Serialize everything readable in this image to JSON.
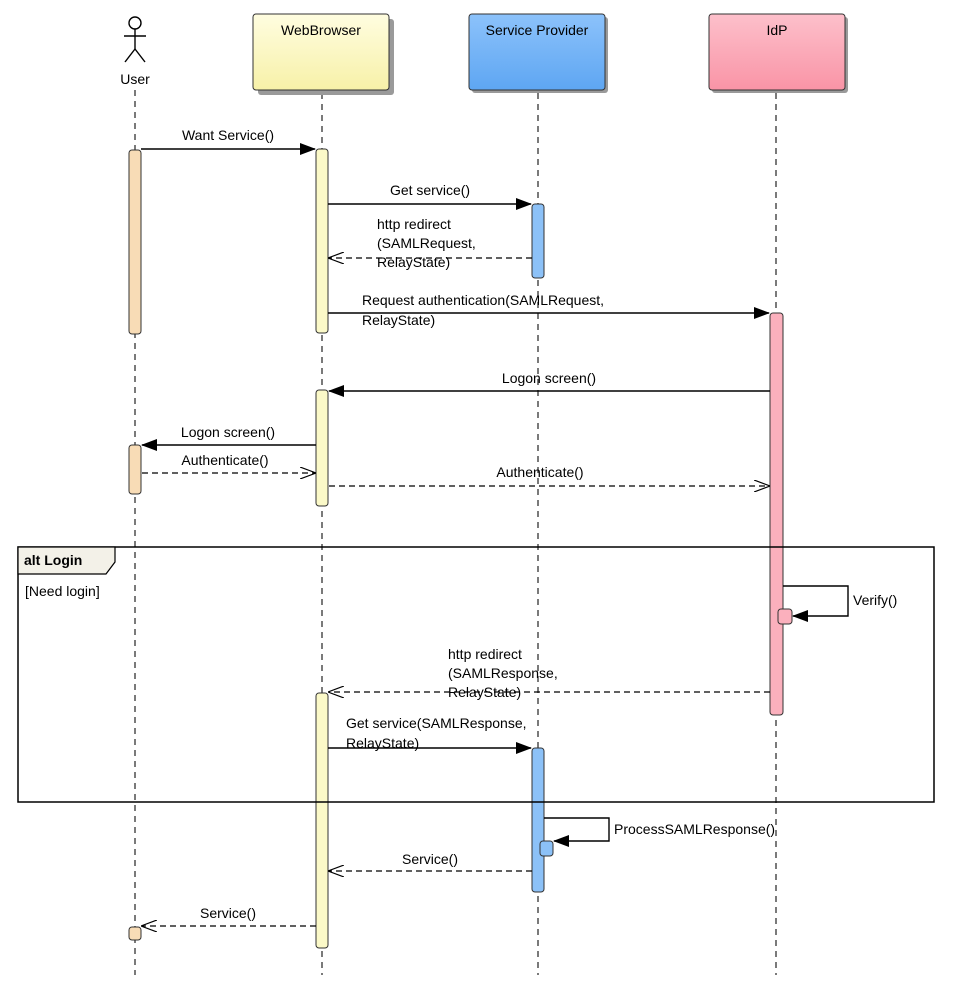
{
  "participants": {
    "user": "User",
    "browser": "WebBrowser",
    "sp": "Service Provider",
    "idp": "IdP"
  },
  "colors": {
    "user_activation": "#f8dcb6",
    "browser_box": "#fbf7b8",
    "browser_activation": "#fbf9c8",
    "sp_box": "#6fb0f6",
    "sp_activation": "#8cc1f7",
    "idp_box": "#fba7b5",
    "idp_activation": "#fbb0bd",
    "frame_tab": "#f3f1e8"
  },
  "messages": {
    "want_service": "Want Service()",
    "get_service": "Get service()",
    "http_redirect_1": [
      "http redirect",
      "(SAMLRequest,",
      "RelayState)"
    ],
    "request_auth": [
      "Request authentication(SAMLRequest,",
      "RelayState)"
    ],
    "logon_screen_1": "Logon screen()",
    "logon_screen_2": "Logon screen()",
    "authenticate_1": "Authenticate()",
    "authenticate_2": "Authenticate()",
    "verify": "Verify()",
    "http_redirect_2": [
      "http redirect",
      "(SAMLResponse,",
      "RelayState)"
    ],
    "get_service_saml": [
      "Get service(SAMLResponse,",
      "RelayState)"
    ],
    "process_saml": "ProcessSAMLResponse()",
    "service_1": "Service()",
    "service_2": "Service()"
  },
  "fragment": {
    "label": "alt Login",
    "guard": "[Need login]"
  }
}
